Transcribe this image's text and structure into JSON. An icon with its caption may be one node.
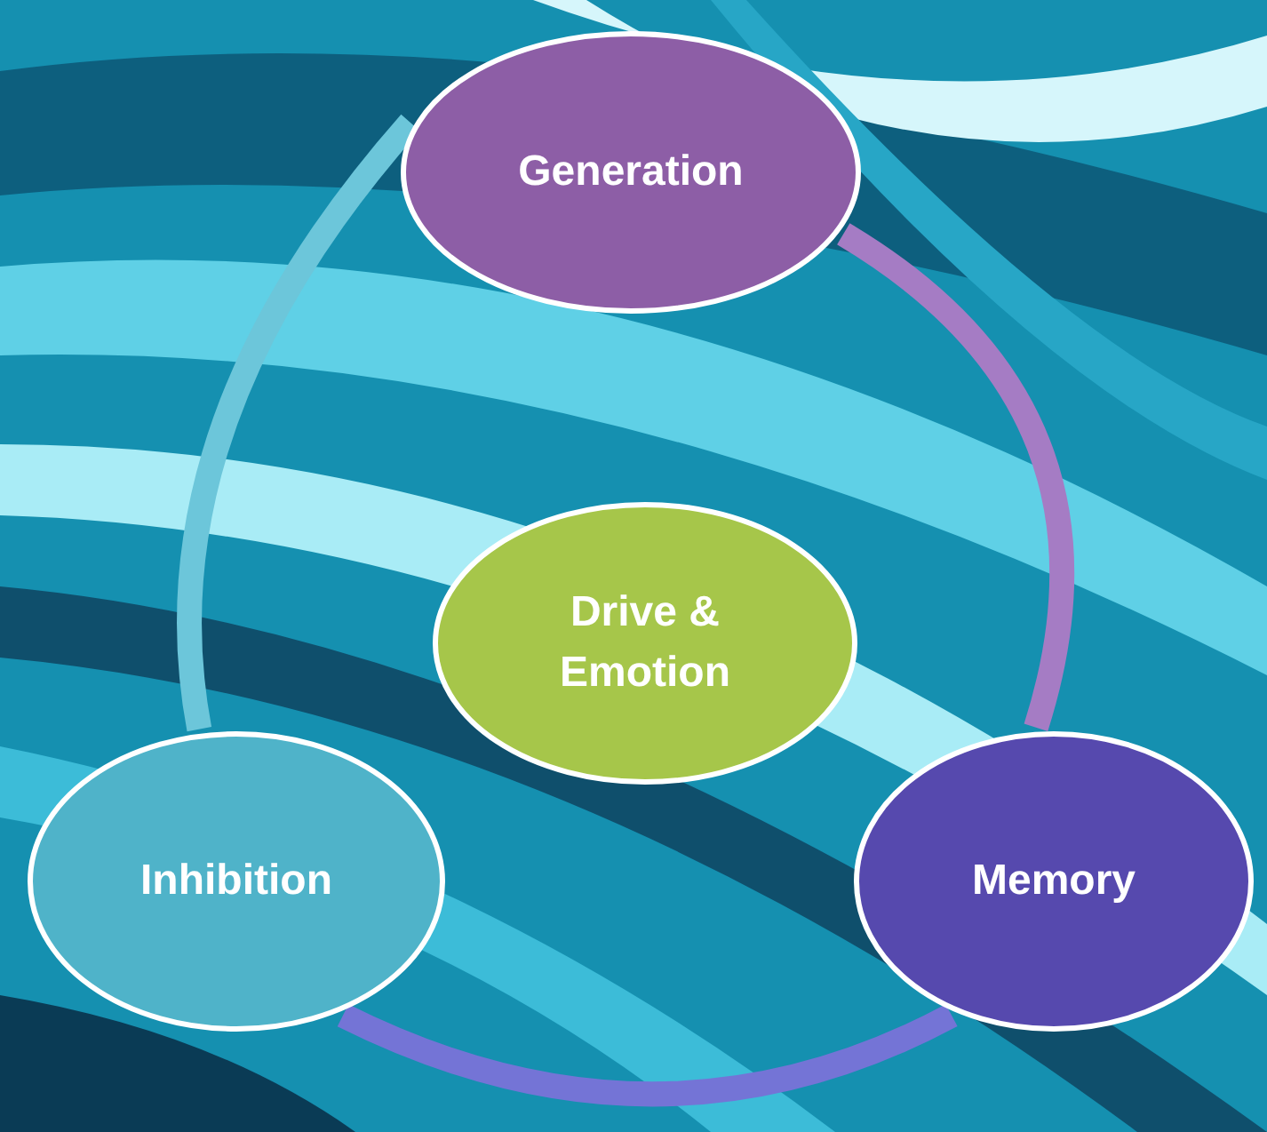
{
  "diagram": {
    "nodes": [
      {
        "text": [
          "Generation"
        ]
      },
      {
        "text": [
          "Drive & Emotion"
        ]
      },
      {
        "text": [
          "Inhibition"
        ]
      },
      {
        "text": [
          "Memory"
        ]
      }
    ],
    "edges": [
      {
        "from": 0,
        "to": 3,
        "arrow": "none",
        "color": "#a57cc4"
      },
      {
        "from": 3,
        "to": 2,
        "arrow": "none",
        "color": "#7474d6"
      },
      {
        "from": 2,
        "to": 0,
        "arrow": "none",
        "color": "#6cc6da"
      }
    ]
  }
}
